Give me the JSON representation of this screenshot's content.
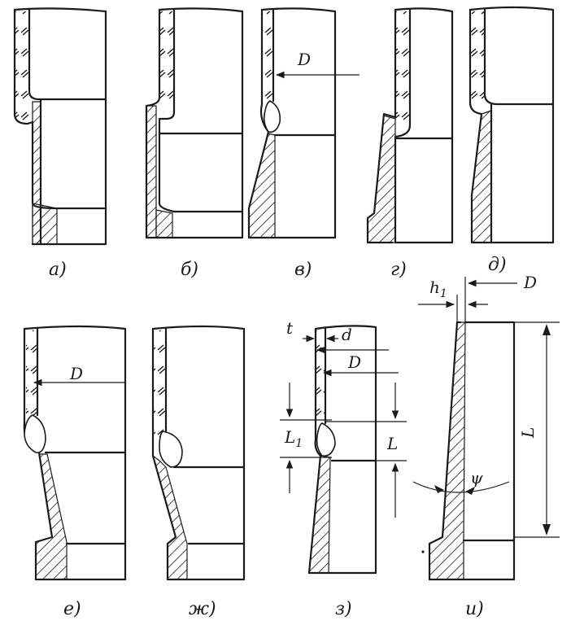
{
  "captions": [
    "а)",
    "б)",
    "в)",
    "г)",
    "д)",
    "е)",
    "ж)",
    "з)",
    "и)"
  ],
  "dims": {
    "D": "D",
    "t": "t",
    "d": "d",
    "L1_main": "L",
    "L1_sub": "1",
    "L": "L",
    "h1_main": "h",
    "h1_sub": "1",
    "psi": "ψ"
  }
}
